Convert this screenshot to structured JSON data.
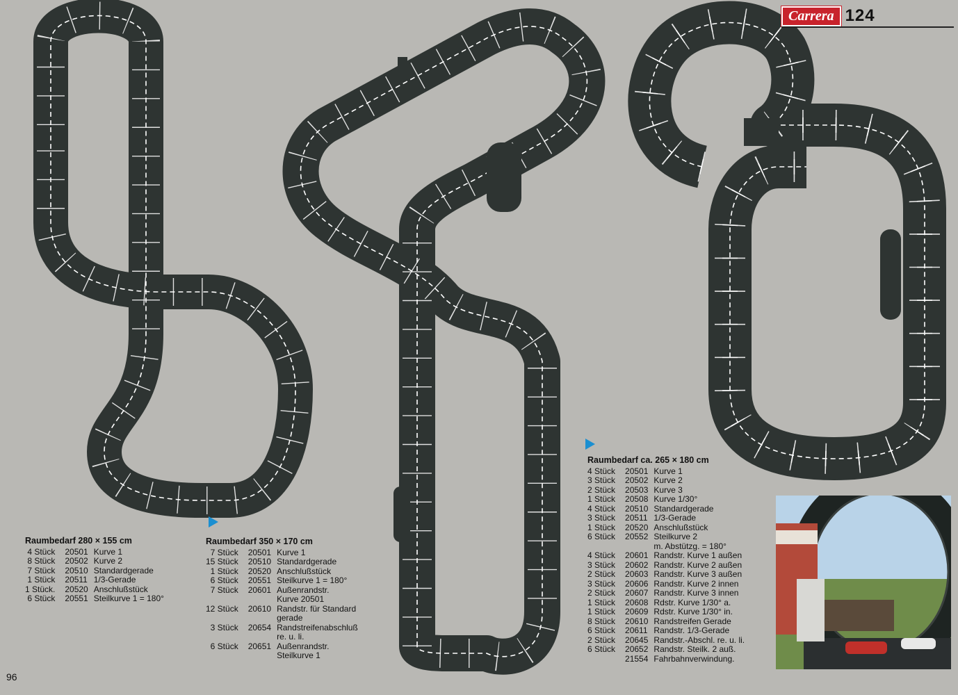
{
  "brand": {
    "name": "Carrera",
    "scale": "124"
  },
  "page_number": "96",
  "layouts": [
    {
      "heading": "Raumbedarf 280 × 155 cm",
      "parts": [
        {
          "qty": "4 Stück",
          "code": "20501",
          "name": "Kurve 1"
        },
        {
          "qty": "8 Stück",
          "code": "20502",
          "name": "Kurve 2"
        },
        {
          "qty": "7 Stück",
          "code": "20510",
          "name": "Standardgerade"
        },
        {
          "qty": "1 Stück",
          "code": "20511",
          "name": "1/3-Gerade"
        },
        {
          "qty": "1 Stück.",
          "code": "20520",
          "name": "Anschlußstück"
        },
        {
          "qty": "6 Stück",
          "code": "20551",
          "name": "Steilkurve 1 = 180°"
        }
      ]
    },
    {
      "heading": "Raumbedarf 350 × 170 cm",
      "parts": [
        {
          "qty": "7 Stück",
          "code": "20501",
          "name": "Kurve 1"
        },
        {
          "qty": "15 Stück",
          "code": "20510",
          "name": "Standardgerade"
        },
        {
          "qty": "1 Stück",
          "code": "20520",
          "name": "Anschlußstück"
        },
        {
          "qty": "6 Stück",
          "code": "20551",
          "name": "Steilkurve 1 = 180°"
        },
        {
          "qty": "7 Stück",
          "code": "20601",
          "name": "Außenrandstr."
        },
        {
          "qty": "",
          "code": "",
          "name": "Kurve 20501"
        },
        {
          "qty": "12 Stück",
          "code": "20610",
          "name": "Randstr. für Standard"
        },
        {
          "qty": "",
          "code": "",
          "name": "gerade"
        },
        {
          "qty": "3 Stück",
          "code": "20654",
          "name": "Randstreifenabschluß"
        },
        {
          "qty": "",
          "code": "",
          "name": "re. u. li."
        },
        {
          "qty": "6 Stück",
          "code": "20651",
          "name": "Außenrandstr."
        },
        {
          "qty": "",
          "code": "",
          "name": "Steilkurve 1"
        }
      ]
    },
    {
      "heading": "Raumbedarf ca. 265 × 180 cm",
      "parts": [
        {
          "qty": "4 Stück",
          "code": "20501",
          "name": "Kurve 1"
        },
        {
          "qty": "3 Stück",
          "code": "20502",
          "name": "Kurve 2"
        },
        {
          "qty": "2 Stück",
          "code": "20503",
          "name": "Kurve 3"
        },
        {
          "qty": "1 Stück",
          "code": "20508",
          "name": "Kurve 1/30°"
        },
        {
          "qty": "4 Stück",
          "code": "20510",
          "name": "Standardgerade"
        },
        {
          "qty": "3 Stück",
          "code": "20511",
          "name": "1/3-Gerade"
        },
        {
          "qty": "1 Stück",
          "code": "20520",
          "name": "Anschlußstück"
        },
        {
          "qty": "6 Stück",
          "code": "20552",
          "name": "Steilkurve 2"
        },
        {
          "qty": "",
          "code": "",
          "name": "m. Abstützg. = 180°"
        },
        {
          "qty": "4 Stück",
          "code": "20601",
          "name": "Randstr. Kurve 1 außen"
        },
        {
          "qty": "3 Stück",
          "code": "20602",
          "name": "Randstr. Kurve 2 außen"
        },
        {
          "qty": "2 Stück",
          "code": "20603",
          "name": "Randstr. Kurve 3 außen"
        },
        {
          "qty": "3 Stück",
          "code": "20606",
          "name": "Randstr. Kurve 2 innen"
        },
        {
          "qty": "2 Stück",
          "code": "20607",
          "name": "Randstr. Kurve 3 innen"
        },
        {
          "qty": "1 Stück",
          "code": "20608",
          "name": "Rdstr. Kurve 1/30° a."
        },
        {
          "qty": "1 Stück",
          "code": "20609",
          "name": "Rdstr. Kurve 1/30° in."
        },
        {
          "qty": "8 Stück",
          "code": "20610",
          "name": "Randstreifen Gerade"
        },
        {
          "qty": "6 Stück",
          "code": "20611",
          "name": "Randstr. 1/3-Gerade"
        },
        {
          "qty": "2 Stück",
          "code": "20645",
          "name": "Randstr.-Abschl. re. u. li."
        },
        {
          "qty": "6 Stück",
          "code": "20652",
          "name": "Randstr. Steilk. 2 auß."
        },
        {
          "qty": "",
          "code": "21554",
          "name": "Fahrbahnverwindung."
        }
      ]
    }
  ],
  "colors": {
    "background": "#b9b8b4",
    "track": "#2e3432",
    "lane_line": "#ffffff",
    "brand": "#c8232c",
    "arrow": "#1b8fd1"
  }
}
